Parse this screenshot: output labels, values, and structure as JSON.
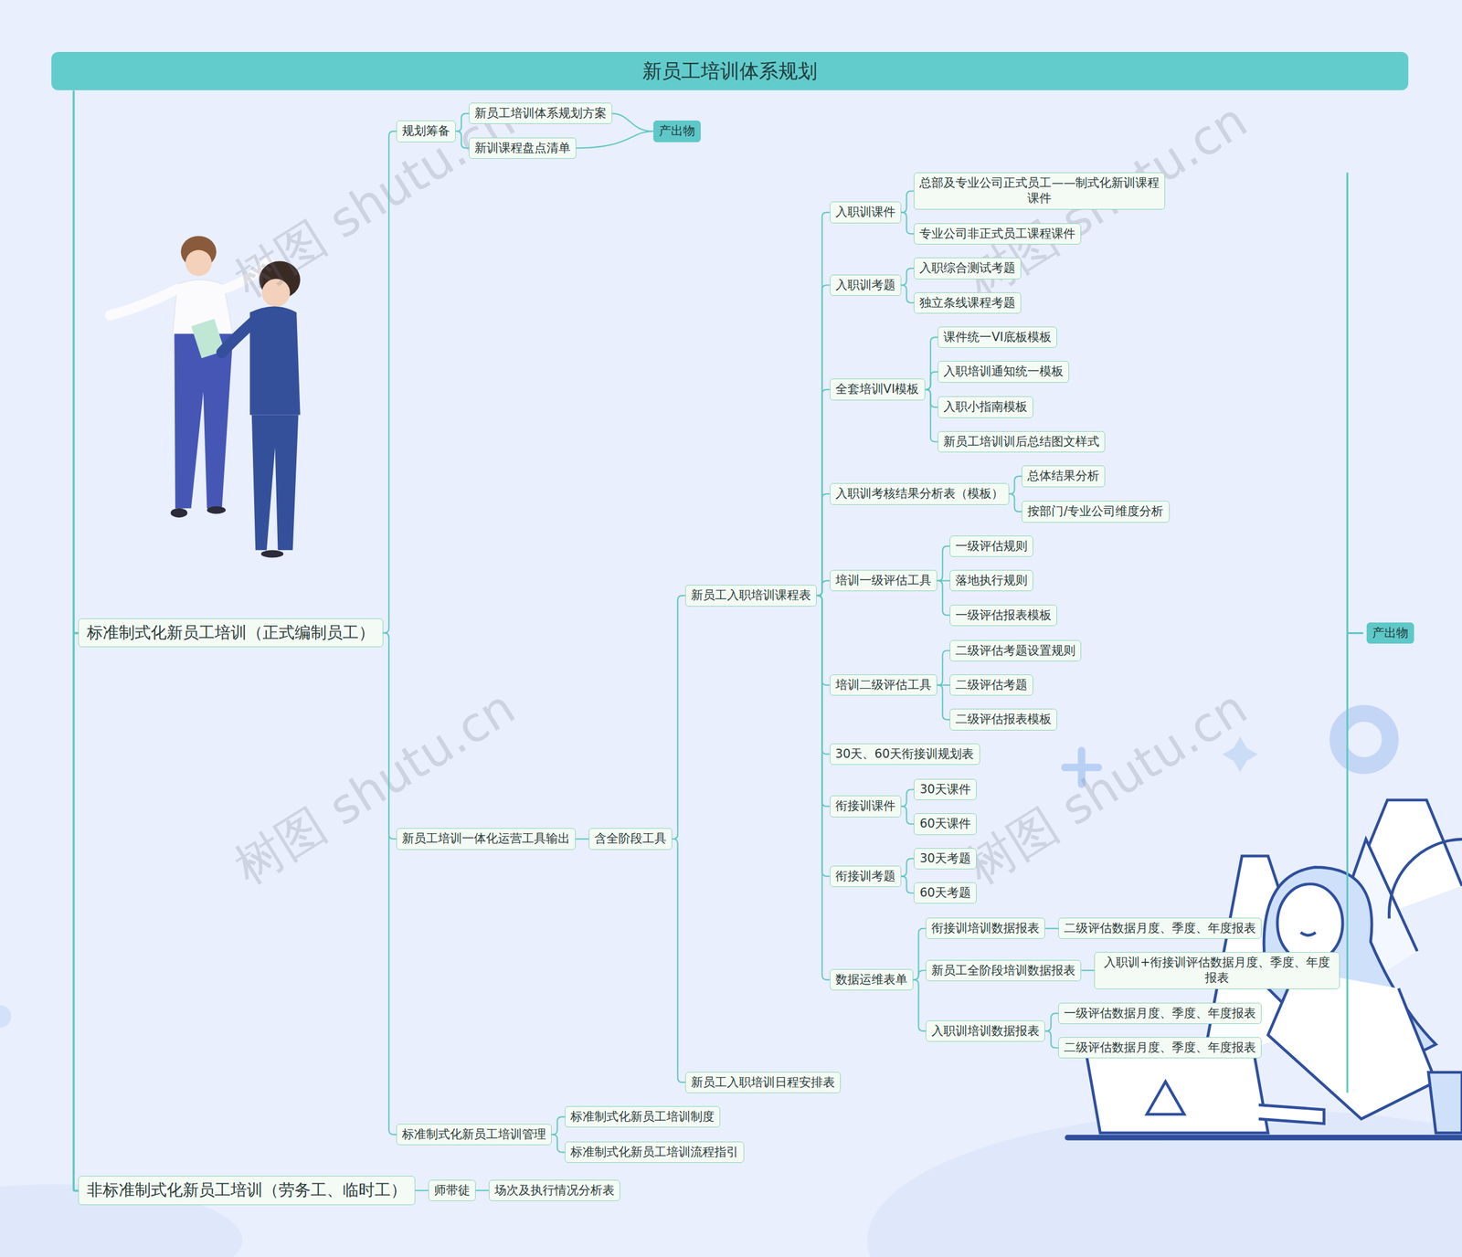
{
  "diagram": {
    "title": "新员工培训体系规划",
    "nodes": [
      {
        "text": [
          "标准制式化新员工培训（正式编制员工）"
        ]
      },
      {
        "text": [
          "规划筹备"
        ]
      },
      {
        "text": [
          "新员工培训体系规划方案"
        ]
      },
      {
        "text": [
          "新训课程盘点清单"
        ]
      },
      {
        "text": [
          "产出物"
        ]
      },
      {
        "text": [
          "新员工培训一体化运营工具输出"
        ]
      },
      {
        "text": [
          "含全阶段工具"
        ]
      },
      {
        "text": [
          "新员工入职培训课程表"
        ]
      },
      {
        "text": [
          "入职训课件"
        ]
      },
      {
        "text": [
          "总部及专业公司正式员工——制式化新训课程课件"
        ]
      },
      {
        "text": [
          "专业公司非正式员工课程课件"
        ]
      },
      {
        "text": [
          "入职训考题"
        ]
      },
      {
        "text": [
          "入职综合测试考题"
        ]
      },
      {
        "text": [
          "独立条线课程考题"
        ]
      },
      {
        "text": [
          "全套培训VI模板"
        ]
      },
      {
        "text": [
          "课件统一VI底板模板"
        ]
      },
      {
        "text": [
          "入职培训通知统一模板"
        ]
      },
      {
        "text": [
          "入职小指南模板"
        ]
      },
      {
        "text": [
          "新员工培训训后总结图文样式"
        ]
      },
      {
        "text": [
          "入职训考核结果分析表（模板）"
        ]
      },
      {
        "text": [
          "总体结果分析"
        ]
      },
      {
        "text": [
          "按部门/专业公司维度分析"
        ]
      },
      {
        "text": [
          "培训一级评估工具"
        ]
      },
      {
        "text": [
          "一级评估规则"
        ]
      },
      {
        "text": [
          "落地执行规则"
        ]
      },
      {
        "text": [
          "一级评估报表模板"
        ]
      },
      {
        "text": [
          "培训二级评估工具"
        ]
      },
      {
        "text": [
          "二级评估考题设置规则"
        ]
      },
      {
        "text": [
          "二级评估考题"
        ]
      },
      {
        "text": [
          "二级评估报表模板"
        ]
      },
      {
        "text": [
          "30天、60天衔接训规划表"
        ]
      },
      {
        "text": [
          "衔接训课件"
        ]
      },
      {
        "text": [
          "30天课件"
        ]
      },
      {
        "text": [
          "60天课件"
        ]
      },
      {
        "text": [
          "衔接训考题"
        ]
      },
      {
        "text": [
          "30天考题"
        ]
      },
      {
        "text": [
          "60天考题"
        ]
      },
      {
        "text": [
          "数据运维表单"
        ]
      },
      {
        "text": [
          "衔接训培训数据报表"
        ]
      },
      {
        "text": [
          "二级评估数据月度、季度、年度报表"
        ]
      },
      {
        "text": [
          "新员工全阶段培训数据报表"
        ]
      },
      {
        "text": [
          "入职训+衔接训评估数据月度、季度、年度报表"
        ]
      },
      {
        "text": [
          "入职训培训数据报表"
        ]
      },
      {
        "text": [
          "一级评估数据月度、季度、年度报表"
        ]
      },
      {
        "text": [
          "二级评估数据月度、季度、年度报表"
        ]
      },
      {
        "text": [
          "新员工入职培训日程安排表"
        ]
      },
      {
        "text": [
          "标准制式化新员工培训管理"
        ]
      },
      {
        "text": [
          "标准制式化新员工培训制度"
        ]
      },
      {
        "text": [
          "标准制式化新员工培训流程指引"
        ]
      },
      {
        "text": [
          "产出物"
        ]
      },
      {
        "text": [
          "非标准制式化新员工培训（劳务工、临时工）"
        ]
      },
      {
        "text": [
          "师带徒"
        ]
      },
      {
        "text": [
          "场次及执行情况分析表"
        ]
      }
    ],
    "edges": [
      {
        "from": 0,
        "to": 1,
        "arrow": "none"
      },
      {
        "from": 0,
        "to": 5,
        "arrow": "none"
      },
      {
        "from": 0,
        "to": 46,
        "arrow": "none"
      },
      {
        "from": 1,
        "to": 2,
        "arrow": "none"
      },
      {
        "from": 1,
        "to": 3,
        "arrow": "none"
      },
      {
        "from": 2,
        "to": 4,
        "arrow": "none"
      },
      {
        "from": 3,
        "to": 4,
        "arrow": "none"
      },
      {
        "from": 5,
        "to": 6,
        "arrow": "none"
      },
      {
        "from": 6,
        "to": 7,
        "arrow": "none"
      },
      {
        "from": 6,
        "to": 45,
        "arrow": "none"
      },
      {
        "from": 7,
        "to": 8,
        "arrow": "none"
      },
      {
        "from": 7,
        "to": 11,
        "arrow": "none"
      },
      {
        "from": 7,
        "to": 14,
        "arrow": "none"
      },
      {
        "from": 7,
        "to": 19,
        "arrow": "none"
      },
      {
        "from": 7,
        "to": 22,
        "arrow": "none"
      },
      {
        "from": 7,
        "to": 26,
        "arrow": "none"
      },
      {
        "from": 7,
        "to": 30,
        "arrow": "none"
      },
      {
        "from": 7,
        "to": 31,
        "arrow": "none"
      },
      {
        "from": 7,
        "to": 34,
        "arrow": "none"
      },
      {
        "from": 7,
        "to": 37,
        "arrow": "none"
      },
      {
        "from": 8,
        "to": 9,
        "arrow": "none"
      },
      {
        "from": 8,
        "to": 10,
        "arrow": "none"
      },
      {
        "from": 11,
        "to": 12,
        "arrow": "none"
      },
      {
        "from": 11,
        "to": 13,
        "arrow": "none"
      },
      {
        "from": 14,
        "to": 15,
        "arrow": "none"
      },
      {
        "from": 14,
        "to": 16,
        "arrow": "none"
      },
      {
        "from": 14,
        "to": 17,
        "arrow": "none"
      },
      {
        "from": 14,
        "to": 18,
        "arrow": "none"
      },
      {
        "from": 19,
        "to": 20,
        "arrow": "none"
      },
      {
        "from": 19,
        "to": 21,
        "arrow": "none"
      },
      {
        "from": 22,
        "to": 23,
        "arrow": "none"
      },
      {
        "from": 22,
        "to": 24,
        "arrow": "none"
      },
      {
        "from": 22,
        "to": 25,
        "arrow": "none"
      },
      {
        "from": 26,
        "to": 27,
        "arrow": "none"
      },
      {
        "from": 26,
        "to": 28,
        "arrow": "none"
      },
      {
        "from": 26,
        "to": 29,
        "arrow": "none"
      },
      {
        "from": 31,
        "to": 32,
        "arrow": "none"
      },
      {
        "from": 31,
        "to": 33,
        "arrow": "none"
      },
      {
        "from": 34,
        "to": 35,
        "arrow": "none"
      },
      {
        "from": 34,
        "to": 36,
        "arrow": "none"
      },
      {
        "from": 37,
        "to": 38,
        "arrow": "none"
      },
      {
        "from": 37,
        "to": 40,
        "arrow": "none"
      },
      {
        "from": 37,
        "to": 42,
        "arrow": "none"
      },
      {
        "from": 38,
        "to": 39,
        "arrow": "none"
      },
      {
        "from": 40,
        "to": 41,
        "arrow": "none"
      },
      {
        "from": 42,
        "to": 43,
        "arrow": "none"
      },
      {
        "from": 42,
        "to": 44,
        "arrow": "none"
      },
      {
        "from": 46,
        "to": 47,
        "arrow": "none"
      },
      {
        "from": 46,
        "to": 48,
        "arrow": "none"
      },
      {
        "from": 50,
        "to": 51,
        "arrow": "none"
      },
      {
        "from": 51,
        "to": 52,
        "arrow": "none"
      }
    ],
    "labels": [
      "树图 shutu.cn",
      "树图 shutu.cn",
      "树图 shutu.cn",
      "树图 shutu.cn"
    ]
  }
}
